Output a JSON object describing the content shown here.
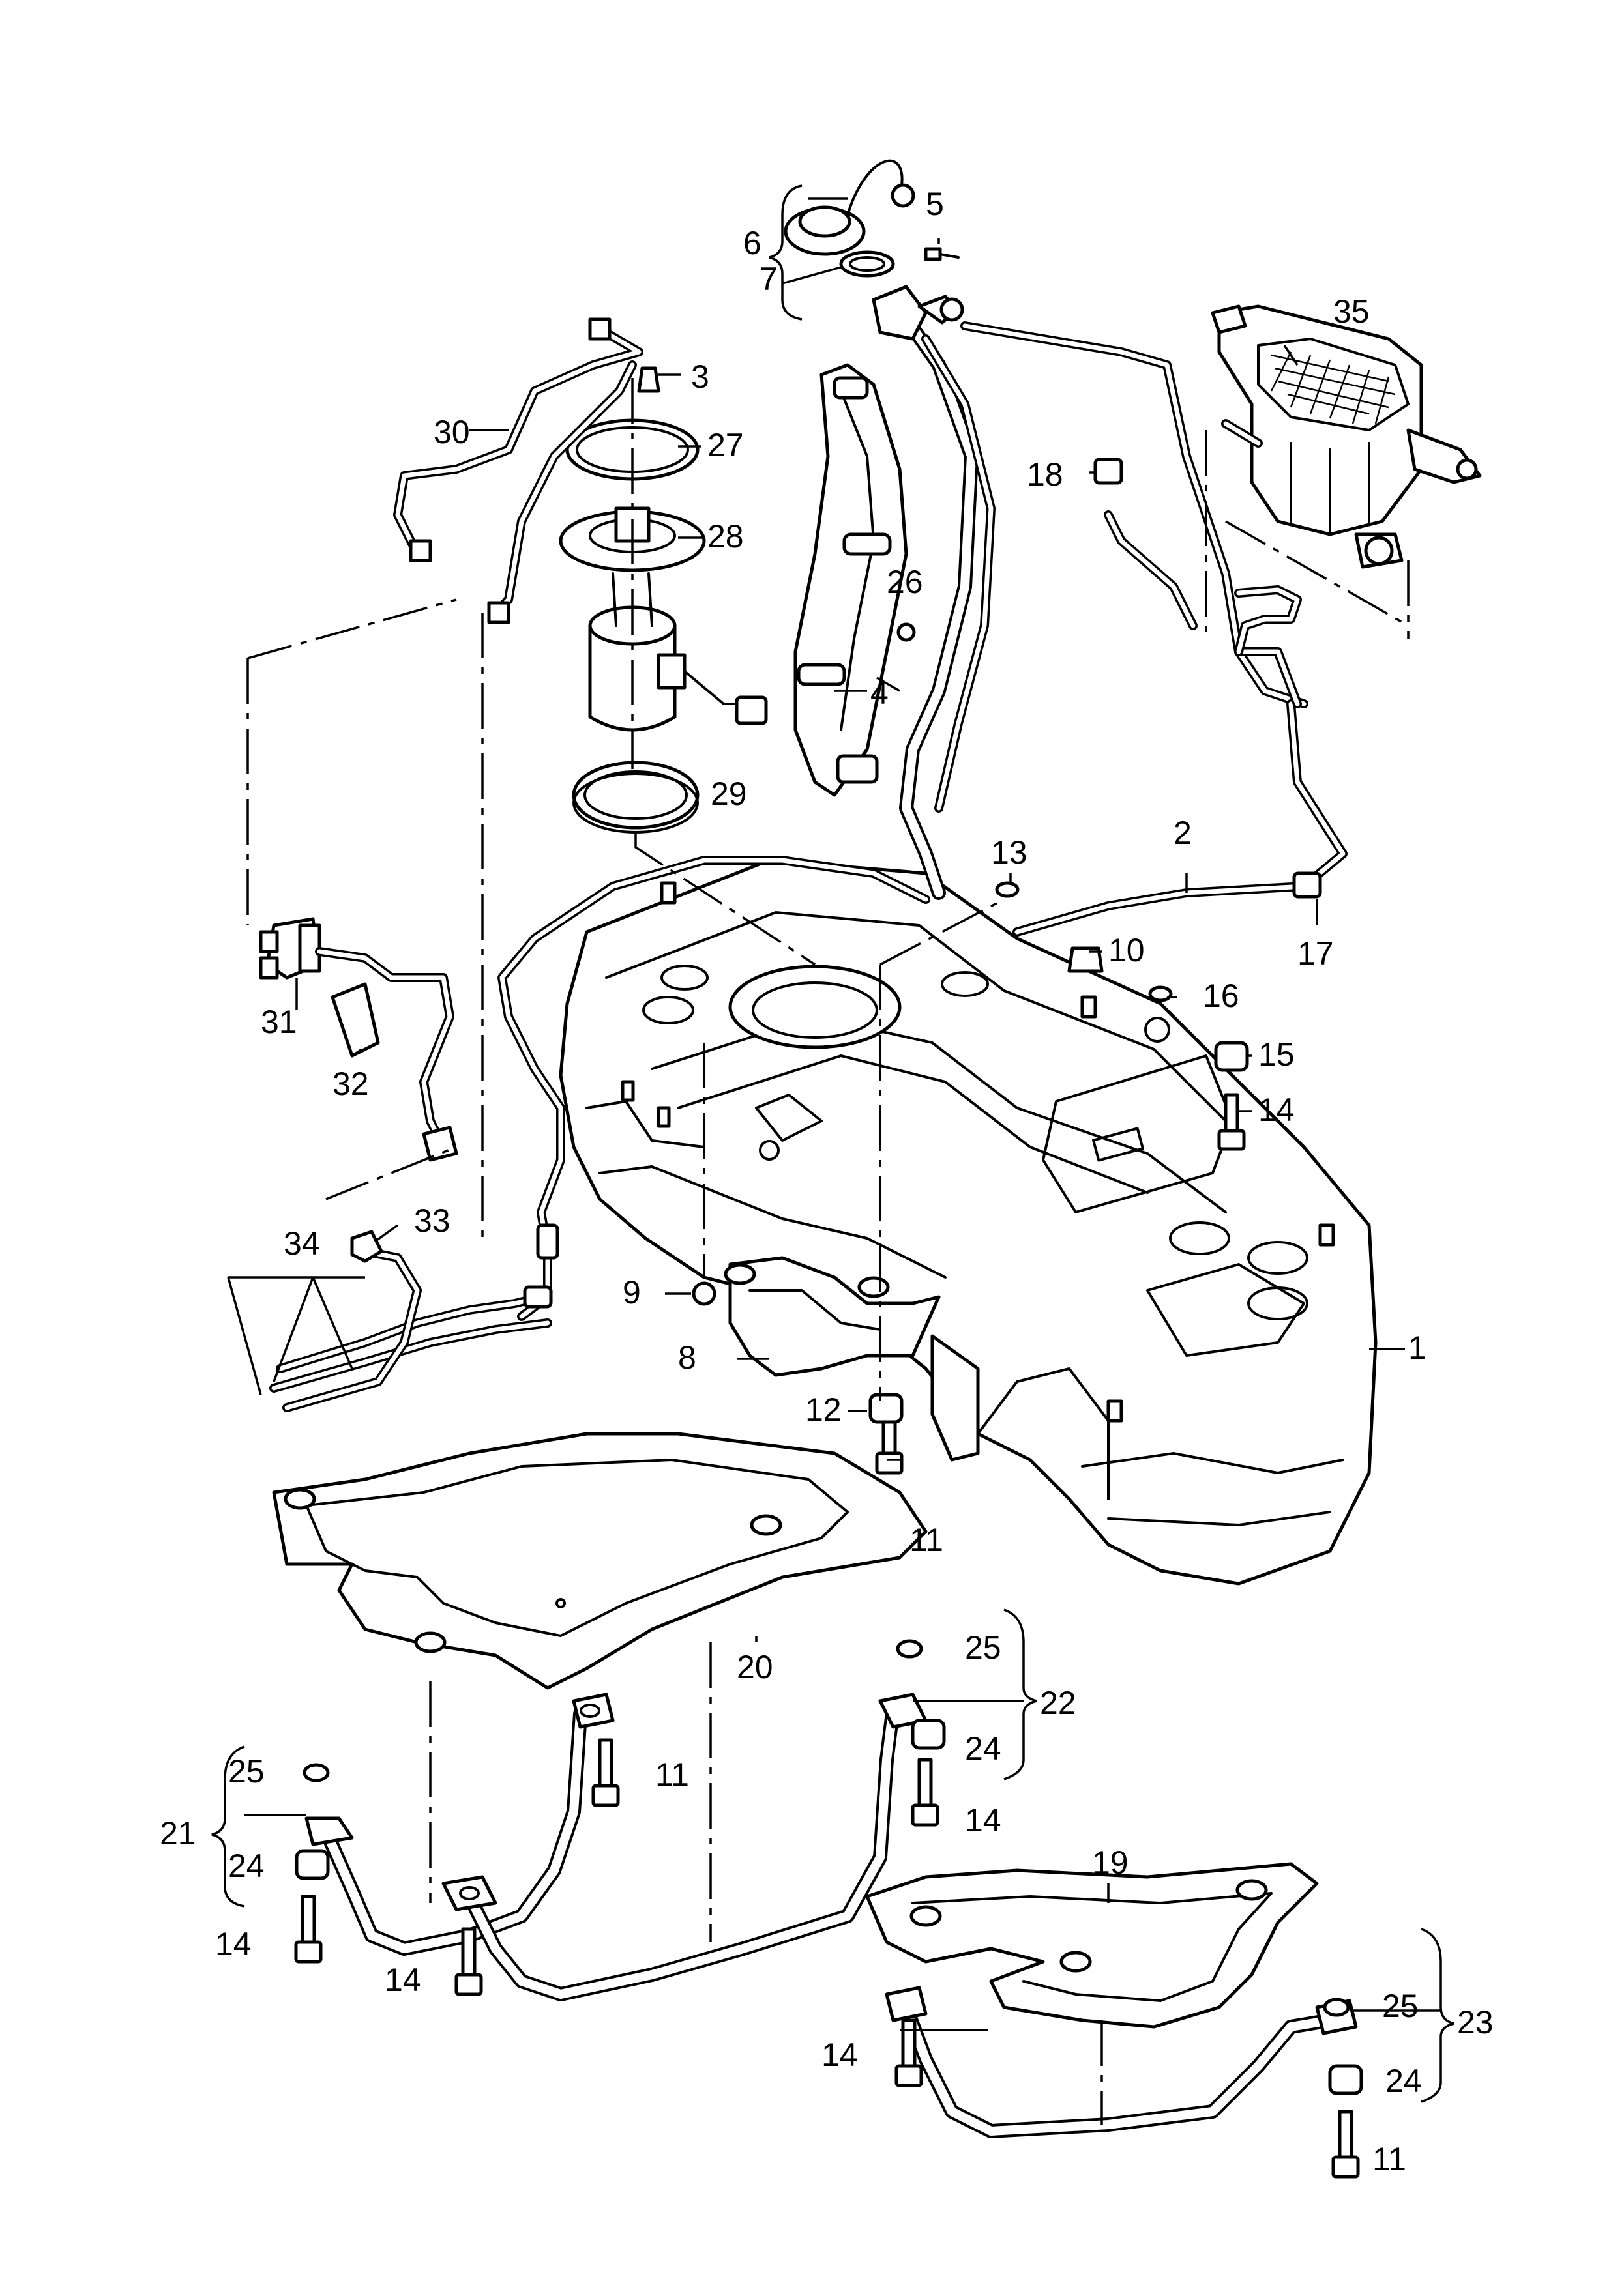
{
  "callouts": [
    "1",
    "2",
    "3",
    "4",
    "5",
    "6",
    "7",
    "8",
    "9",
    "10",
    "11",
    "12",
    "13",
    "14",
    "15",
    "16",
    "17",
    "18",
    "19",
    "20",
    "21",
    "22",
    "23",
    "24",
    "25",
    "26",
    "27",
    "28",
    "29",
    "30",
    "31",
    "32",
    "33",
    "34",
    "35"
  ],
  "colors": {
    "ink": "#000000",
    "paper": "#ffffff"
  }
}
